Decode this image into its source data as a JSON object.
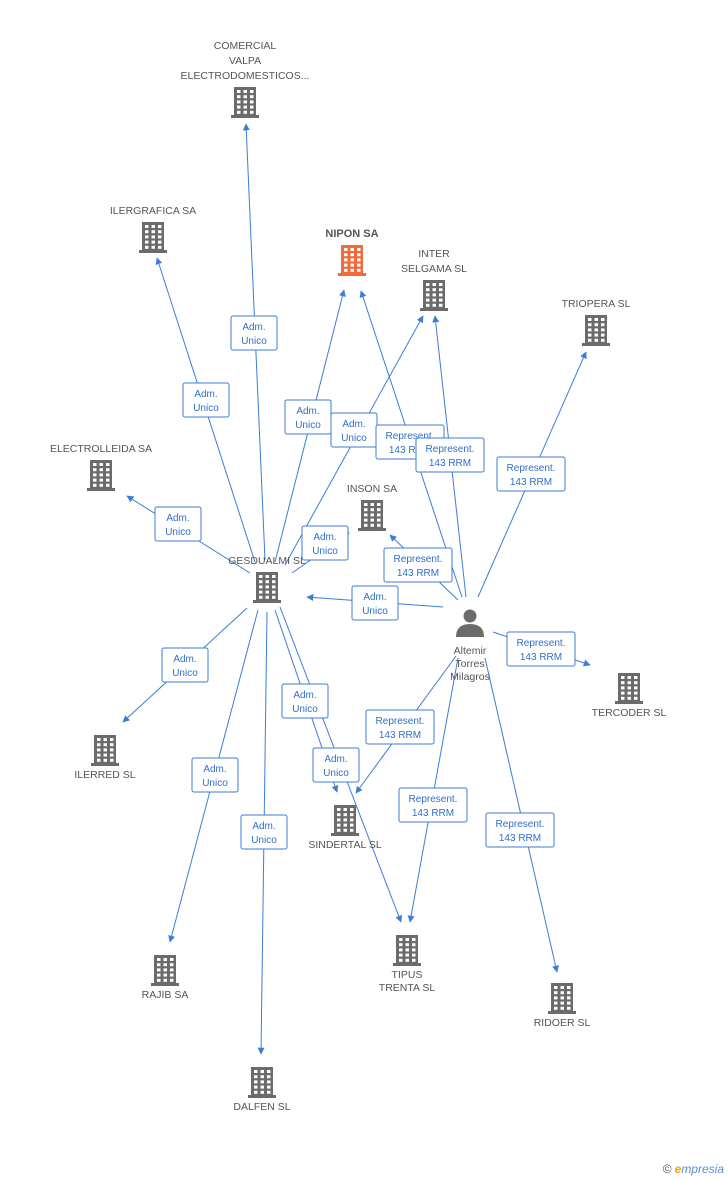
{
  "colors": {
    "edge": "#3b7dd8",
    "node": "#6b6b6b",
    "highlight": "#f26b3a"
  },
  "nodes": [
    {
      "id": "comercial",
      "label": [
        "COMERCIAL",
        "VALPA",
        "ELECTRODOMESTICOS..."
      ],
      "type": "company"
    },
    {
      "id": "ilergrafica",
      "label": [
        "ILERGRAFICA SA"
      ],
      "type": "company"
    },
    {
      "id": "nipon",
      "label": [
        "NIPON SA"
      ],
      "type": "company",
      "highlight": true
    },
    {
      "id": "inter",
      "label": [
        "INTER",
        "SELGAMA SL"
      ],
      "type": "company"
    },
    {
      "id": "triopera",
      "label": [
        "TRIOPERA SL"
      ],
      "type": "company"
    },
    {
      "id": "electrolleida",
      "label": [
        "ELECTROLLEIDA SA"
      ],
      "type": "company"
    },
    {
      "id": "inson",
      "label": [
        "INSON SA"
      ],
      "type": "company"
    },
    {
      "id": "gesdualmi",
      "label": [
        "GESDUALMI SL"
      ],
      "type": "company"
    },
    {
      "id": "altemir",
      "label": [
        "Altemir",
        "Torres",
        "Milagros"
      ],
      "type": "person"
    },
    {
      "id": "tercoder",
      "label": [
        "TERCODER SL"
      ],
      "type": "company"
    },
    {
      "id": "ilerred",
      "label": [
        "ILERRED SL"
      ],
      "type": "company"
    },
    {
      "id": "sindertal",
      "label": [
        "SINDERTAL SL"
      ],
      "type": "company"
    },
    {
      "id": "rajib",
      "label": [
        "RAJIB SA"
      ],
      "type": "company"
    },
    {
      "id": "tipus",
      "label": [
        "TIPUS",
        "TRENTA SL"
      ],
      "type": "company"
    },
    {
      "id": "ridoer",
      "label": [
        "RIDOER SL"
      ],
      "type": "company"
    },
    {
      "id": "dalfen",
      "label": [
        "DALFEN SL"
      ],
      "type": "company"
    }
  ],
  "edges": [
    {
      "from": "gesdualmi",
      "to": "comercial",
      "label": [
        "Adm.",
        "Unico"
      ]
    },
    {
      "from": "gesdualmi",
      "to": "ilergrafica",
      "label": [
        "Adm.",
        "Unico"
      ]
    },
    {
      "from": "gesdualmi",
      "to": "nipon",
      "label": [
        "Adm.",
        "Unico"
      ]
    },
    {
      "from": "gesdualmi",
      "to": "inter",
      "label": [
        "Adm.",
        "Unico"
      ]
    },
    {
      "from": "gesdualmi",
      "to": "electrolleida",
      "label": [
        "Adm.",
        "Unico"
      ]
    },
    {
      "from": "gesdualmi",
      "to": "inson",
      "label": [
        "Adm.",
        "Unico"
      ]
    },
    {
      "from": "gesdualmi",
      "to": "ilerred",
      "label": [
        "Adm.",
        "Unico"
      ]
    },
    {
      "from": "gesdualmi",
      "to": "sindertal",
      "label": [
        "Adm.",
        "Unico"
      ]
    },
    {
      "from": "gesdualmi",
      "to": "tipus",
      "label": [
        "Adm.",
        "Unico"
      ]
    },
    {
      "from": "gesdualmi",
      "to": "rajib",
      "label": [
        "Adm.",
        "Unico"
      ]
    },
    {
      "from": "gesdualmi",
      "to": "dalfen",
      "label": [
        "Adm.",
        "Unico"
      ]
    },
    {
      "from": "altemir",
      "to": "gesdualmi",
      "label": [
        "Adm.",
        "Unico"
      ]
    },
    {
      "from": "altemir",
      "to": "nipon",
      "label": [
        "Represent.",
        "143 RRM"
      ]
    },
    {
      "from": "altemir",
      "to": "inter",
      "label": [
        "Represent.",
        "143 RRM"
      ]
    },
    {
      "from": "altemir",
      "to": "triopera",
      "label": [
        "Represent.",
        "143 RRM"
      ]
    },
    {
      "from": "altemir",
      "to": "inson",
      "label": [
        "Represent.",
        "143 RRM"
      ]
    },
    {
      "from": "altemir",
      "to": "tercoder",
      "label": [
        "Represent.",
        "143 RRM"
      ]
    },
    {
      "from": "altemir",
      "to": "sindertal",
      "label": [
        "Represent.",
        "143 RRM"
      ]
    },
    {
      "from": "altemir",
      "to": "tipus",
      "label": [
        "Represent.",
        "143 RRM"
      ]
    },
    {
      "from": "altemir",
      "to": "ridoer",
      "label": [
        "Represent.",
        "143 RRM"
      ]
    }
  ],
  "footer": {
    "copyright": "©",
    "brand_initial": "e",
    "brand_rest": "mpresia"
  }
}
